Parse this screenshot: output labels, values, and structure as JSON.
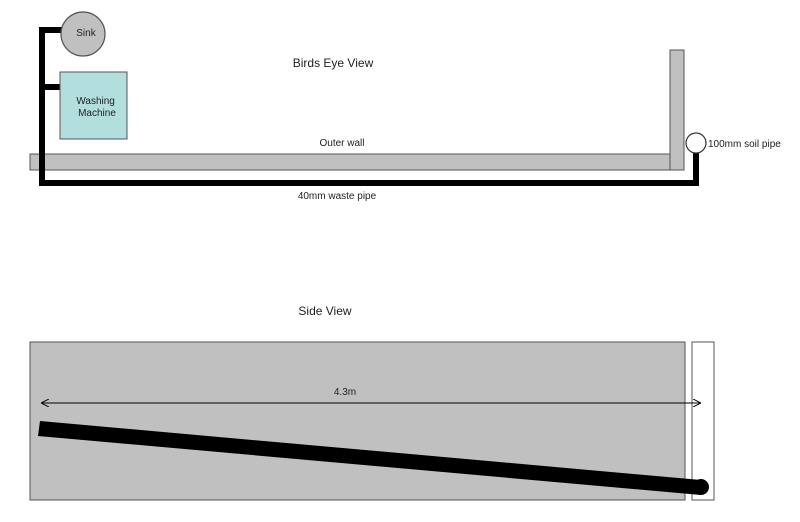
{
  "birds_eye": {
    "title": "Birds Eye View",
    "sink_label": "Sink",
    "washing_machine_label": [
      "Washing",
      "Machine"
    ],
    "outer_wall_label": "Outer wall",
    "waste_pipe_label": "40mm waste pipe",
    "soil_pipe_label": "100mm soil pipe"
  },
  "side_view": {
    "title": "Side View",
    "length_label": "4.3m"
  },
  "colors": {
    "wall_gray": "#c0c0c0",
    "machine_fill": "#b2dede",
    "pipe_black": "#000000",
    "outline": "#555555"
  }
}
